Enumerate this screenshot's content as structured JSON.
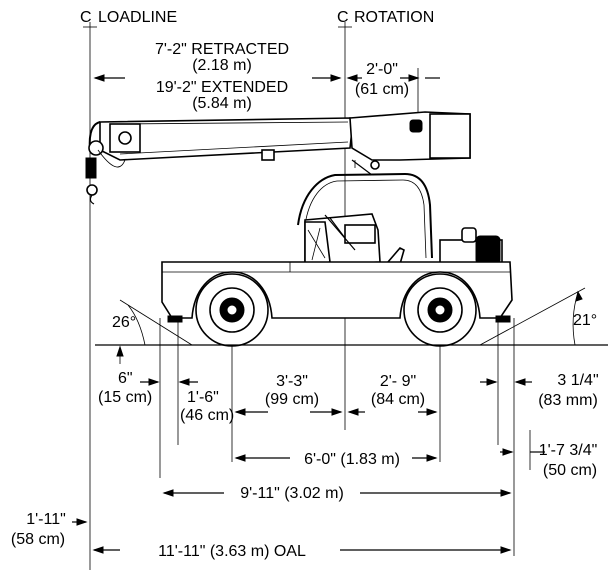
{
  "labels": {
    "loadline": "LOADLINE",
    "rotation": "ROTATION",
    "centerline_symbol": "C",
    "retracted_ft": "7'-2\" RETRACTED",
    "retracted_m": "(2.18 m)",
    "extended_ft": "19'-2\" EXTENDED",
    "extended_m": "(5.84 m)",
    "rear_ft": "2'-0\"",
    "rear_cm": "(61 cm)",
    "angle_left": "26°",
    "angle_right": "21°",
    "clear_left_ft": "6\"",
    "clear_left_cm": "(15 cm)",
    "front_overhang_ft": "1'-6\"",
    "front_overhang_cm": "(46 cm)",
    "front_axle_ft": "3'-3\"",
    "front_axle_cm": "(99 cm)",
    "rear_axle_ft": "2'- 9\"",
    "rear_axle_cm": "(84 cm)",
    "clear_right_in": "3 1/4\"",
    "clear_right_mm": "(83 mm)",
    "rear_overhang_ft": "1'-7 3/4\"",
    "rear_overhang_cm": "(50 cm)",
    "wheelbase": "6'-0\" (1.83 m)",
    "frame_length": "9'-11\" (3.02 m)",
    "hook_offset_ft": "1'-11\"",
    "hook_offset_cm": "(58 cm)",
    "oal": "11'-11\" (3.63 m) OAL"
  }
}
